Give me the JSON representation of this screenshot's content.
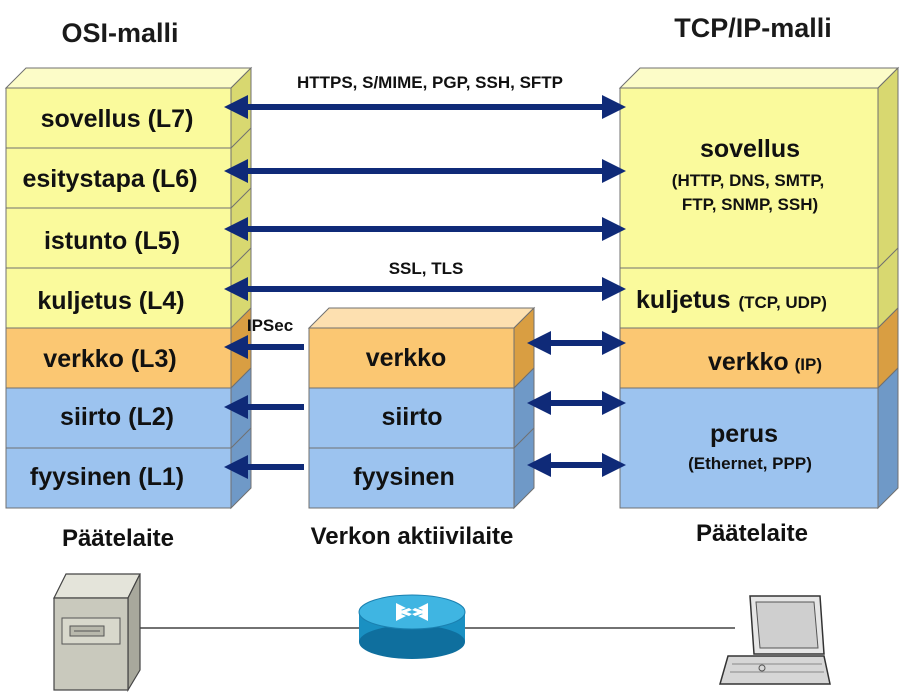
{
  "osi": {
    "title": "OSI-malli",
    "layers": [
      {
        "id": "l7",
        "label": "sovellus (L7)"
      },
      {
        "id": "l6",
        "label": "esitystapa (L6)"
      },
      {
        "id": "l5",
        "label": "istunto (L5)"
      },
      {
        "id": "l4",
        "label": "kuljetus (L4)"
      },
      {
        "id": "l3",
        "label": "verkko (L3)"
      },
      {
        "id": "l2",
        "label": "siirto (L2)"
      },
      {
        "id": "l1",
        "label": "fyysinen (L1)"
      }
    ],
    "caption": "Päätelaite"
  },
  "middle": {
    "layers": [
      {
        "id": "verkko",
        "label": "verkko"
      },
      {
        "id": "siirto",
        "label": "siirto"
      },
      {
        "id": "fyysinen",
        "label": "fyysinen"
      }
    ],
    "caption": "Verkon aktiivilaite"
  },
  "tcpip": {
    "title": "TCP/IP-malli",
    "application": {
      "label": "sovellus",
      "protocols_line1": "(HTTP, DNS, SMTP,",
      "protocols_line2": "FTP, SNMP, SSH)"
    },
    "transport": {
      "label": "kuljetus",
      "protocols": "(TCP, UDP)"
    },
    "network": {
      "label": "verkko",
      "protocols": "(IP)"
    },
    "link": {
      "label": "perus",
      "protocols": "(Ethernet, PPP)"
    },
    "caption": "Päätelaite"
  },
  "security_labels": {
    "application": "HTTPS, S/MIME, PGP, SSH, SFTP",
    "transport": "SSL, TLS",
    "network": "IPSec"
  },
  "colors": {
    "yellow_front": "#fafa9c",
    "yellow_side": "#d8d870",
    "yellow_top": "#fcfcc8",
    "orange_front": "#fbc772",
    "orange_side": "#d99e42",
    "orange_top": "#fde0b0",
    "blue_front": "#9cc3ef",
    "blue_side": "#6f99c7",
    "blue_top": "#c8dcf5",
    "arrow": "#0f2a78",
    "router": "#1d9fd0",
    "server": "#c9c9bd"
  },
  "icons": {
    "server": "server-tower-icon",
    "router": "router-icon",
    "laptop": "laptop-icon"
  }
}
